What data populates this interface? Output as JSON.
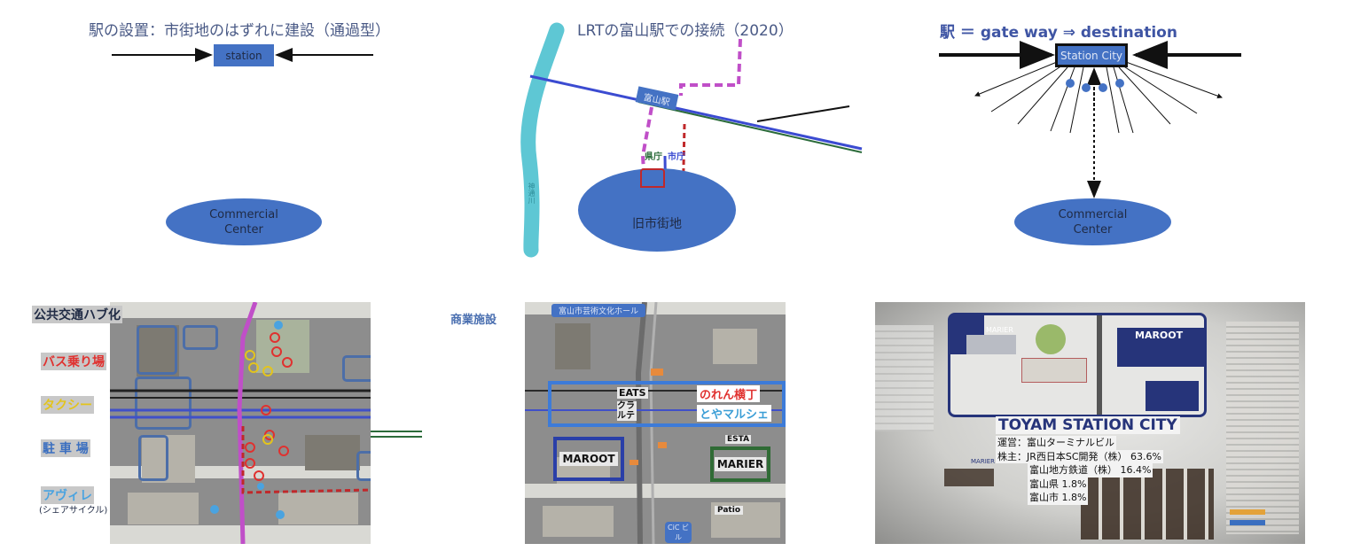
{
  "panel1": {
    "title": "駅の設置：市街地のはずれに建設（通過型）",
    "station_label": "station",
    "center_label_line1": "Commercial",
    "center_label_line2": "Center"
  },
  "panel2": {
    "title": "LRTの富山駅での接続（2020）",
    "station_label": "富山駅",
    "pref_office_label": "県庁",
    "city_office_label": "市庁",
    "old_town_label": "旧市街地",
    "river_label": "神通川"
  },
  "panel3": {
    "title": "駅 ＝ gate way ⇒ destination",
    "station_label": "Station City",
    "center_label_line1": "Commercial",
    "center_label_line2": "Center"
  },
  "panel4": {
    "title": "公共交通ハブ化",
    "legend": [
      {
        "label": "バス乗り場",
        "color": "#e0312f",
        "bg": "#c8c8c8"
      },
      {
        "label": "タクシー",
        "color": "#e3c41c",
        "bg": "#c8c8c8"
      },
      {
        "label": "駐 車 場",
        "color": "#3b6fc0",
        "bg": "#c8c8c8"
      },
      {
        "label": "アヴィレ",
        "color": "#4aa3e0",
        "bg": "#c8c8c8"
      }
    ],
    "legend_sub": "(シェアサイクル)"
  },
  "panel5": {
    "title": "商業施設",
    "top_tag": "富山市芸術文化ホール",
    "eats": "EATS",
    "kurarute": "クラルテ",
    "noren": "のれん横丁",
    "toyama_marche": "とやマルシェ",
    "esta": "ESTA",
    "maroot": "MAROOT",
    "marier": "MARIER",
    "patio": "Patio",
    "cic": "CiC ビル"
  },
  "panel6": {
    "map_labels": {
      "marier": "MARIER",
      "maroot": "MAROOT",
      "marier2": "MARIER"
    },
    "heading": "TOYAM STATION CITY",
    "lines": [
      "運営：富山ターミナルビル",
      "株主：JR西日本SC開発（株） 63.6%",
      "富山地方鉄道（株） 16.4%",
      "富山県 1.8%",
      "富山市 1.8%"
    ]
  },
  "colors": {
    "accent": "#4472c4",
    "title_text": "#4a5a86",
    "lrt_pink": "#c04fc8",
    "red_dash": "#c0282a",
    "river": "#5ec7d4"
  }
}
